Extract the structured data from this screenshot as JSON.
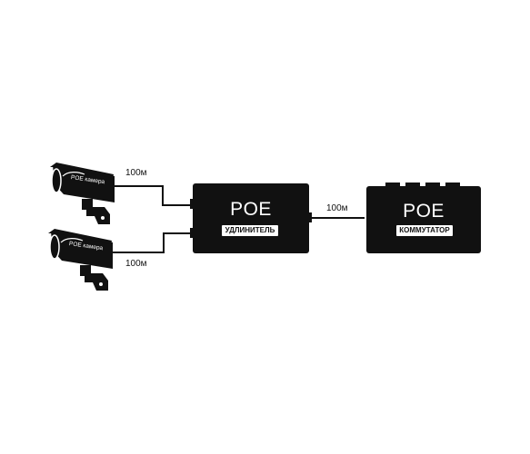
{
  "cameras": [
    {
      "label": "POE камера",
      "cable_label": "100м"
    },
    {
      "label": "POE камера",
      "cable_label": "100м"
    }
  ],
  "extender": {
    "title": "POE",
    "subtitle": "УДЛИНИТЕЛЬ"
  },
  "link_label": "100м",
  "switch": {
    "title": "POE",
    "subtitle": "КОММУТАТОР"
  },
  "colors": {
    "device": "#111111",
    "line": "#111111",
    "background": "#ffffff"
  },
  "icons": [
    "camera-icon",
    "camera-icon"
  ]
}
